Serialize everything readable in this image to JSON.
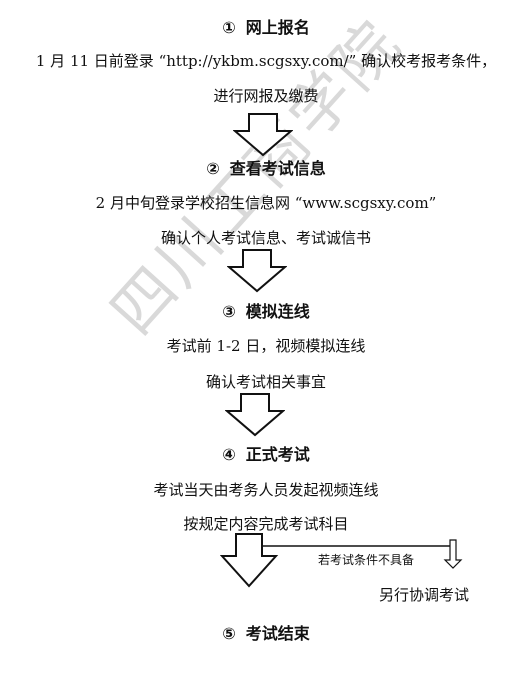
{
  "watermark": "四川工商学院",
  "steps": [
    {
      "num": "①",
      "title": "网上报名",
      "lines": [
        "1 月 11 日前登录 “http://ykbm.scgsxy.com/” 确认校考报考条件，",
        "进行网报及缴费"
      ]
    },
    {
      "num": "②",
      "title": "查看考试信息",
      "lines": [
        "2 月中旬登录学校招生信息网 “www.scgsxy.com”",
        "确认个人考试信息、考试诚信书"
      ]
    },
    {
      "num": "③",
      "title": "模拟连线",
      "lines": [
        "考试前 1-2 日，视频模拟连线",
        "确认考试相关事宜"
      ]
    },
    {
      "num": "④",
      "title": "正式考试",
      "lines": [
        "考试当天由考务人员发起视频连线",
        "按规定内容完成考试科目"
      ]
    },
    {
      "num": "⑤",
      "title": "考试结束",
      "lines": []
    }
  ],
  "branch": {
    "condition": "若考试条件不具备",
    "result": "另行协调考试"
  }
}
